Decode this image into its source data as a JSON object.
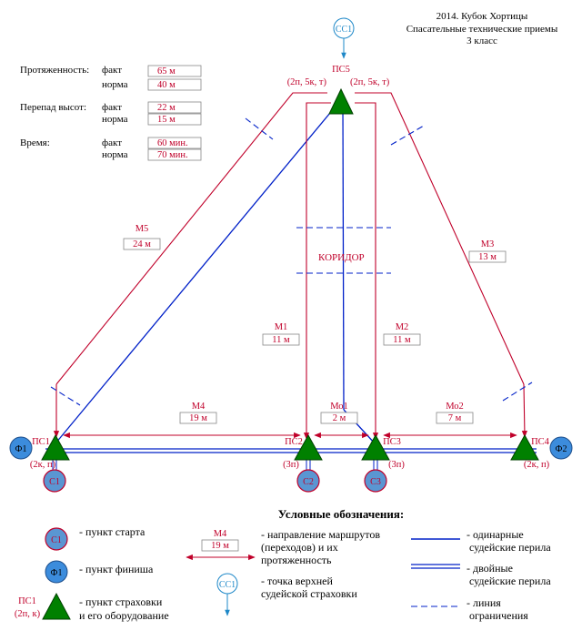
{
  "header": {
    "line1": "2014. Кубок Хортицы",
    "line2": "Спасательные технические приемы",
    "line3": "3 класс"
  },
  "stats": [
    {
      "label": "Протяженность:",
      "rows": [
        {
          "key": "факт",
          "value": "65 м"
        },
        {
          "key": "норма",
          "value": "40 м"
        }
      ]
    },
    {
      "label": "Перепад высот:",
      "rows": [
        {
          "key": "факт",
          "value": "22 м"
        },
        {
          "key": "норма",
          "value": "15 м"
        }
      ]
    },
    {
      "label": "Время:",
      "rows": [
        {
          "key": "факт",
          "value": "60 мин."
        },
        {
          "key": "норма",
          "value": "70 мин."
        }
      ]
    }
  ],
  "top_point": {
    "name": "ПС5",
    "left_equip": "(2п, 5к, т)",
    "right_equip": "(2п, 5к, т)",
    "anchor": "СС1"
  },
  "stages": [
    {
      "name": "ПС1",
      "equip": "(2к, п)",
      "start": "С1",
      "finish": "Ф1"
    },
    {
      "name": "ПС2",
      "equip": "(3п)",
      "start": "С2"
    },
    {
      "name": "ПС3",
      "equip": "(3п)",
      "start": "С3"
    },
    {
      "name": "ПС4",
      "equip": "(2к, п)",
      "finish": "Ф2"
    }
  ],
  "routes": [
    {
      "name": "М5",
      "length": "24 м"
    },
    {
      "name": "М3",
      "length": "13 м"
    },
    {
      "name": "М1",
      "length": "11 м"
    },
    {
      "name": "М2",
      "length": "11 м"
    },
    {
      "name": "М4",
      "length": "19 м"
    },
    {
      "name": "Мо1",
      "length": "2 м"
    },
    {
      "name": "Мо2",
      "length": "7 м"
    }
  ],
  "corridor_label": "КОРИДОР",
  "legend": {
    "title": "Условные обозначения:",
    "start_symbol": "С1",
    "start_text": "- пункт старта",
    "finish_symbol": "Ф1",
    "finish_text": "- пункт финиша",
    "belay_symbol_name": "ПС1",
    "belay_symbol_equip": "(2п, к)",
    "belay_text_1": "- пункт страховки",
    "belay_text_2": "и его оборудование",
    "route_symbol_name": "М4",
    "route_symbol_length": "19 м",
    "route_text_1": "- направление маршрутов",
    "route_text_2": "(переходов) и их",
    "route_text_3": "протяженность",
    "anchor_symbol": "СС1",
    "anchor_text_1": "- точка верхней",
    "anchor_text_2": "судейской страховки",
    "single_text_1": "- одинарные",
    "single_text_2": "судейские перила",
    "double_text_1": "- двойные",
    "double_text_2": "судейские перила",
    "limit_text_1": "- линия",
    "limit_text_2": "ограничения"
  },
  "colors": {
    "route": "#c0002a",
    "rope": "#0020c8",
    "belay_green": "#008000",
    "circle_fill": "#3c8cdc"
  }
}
